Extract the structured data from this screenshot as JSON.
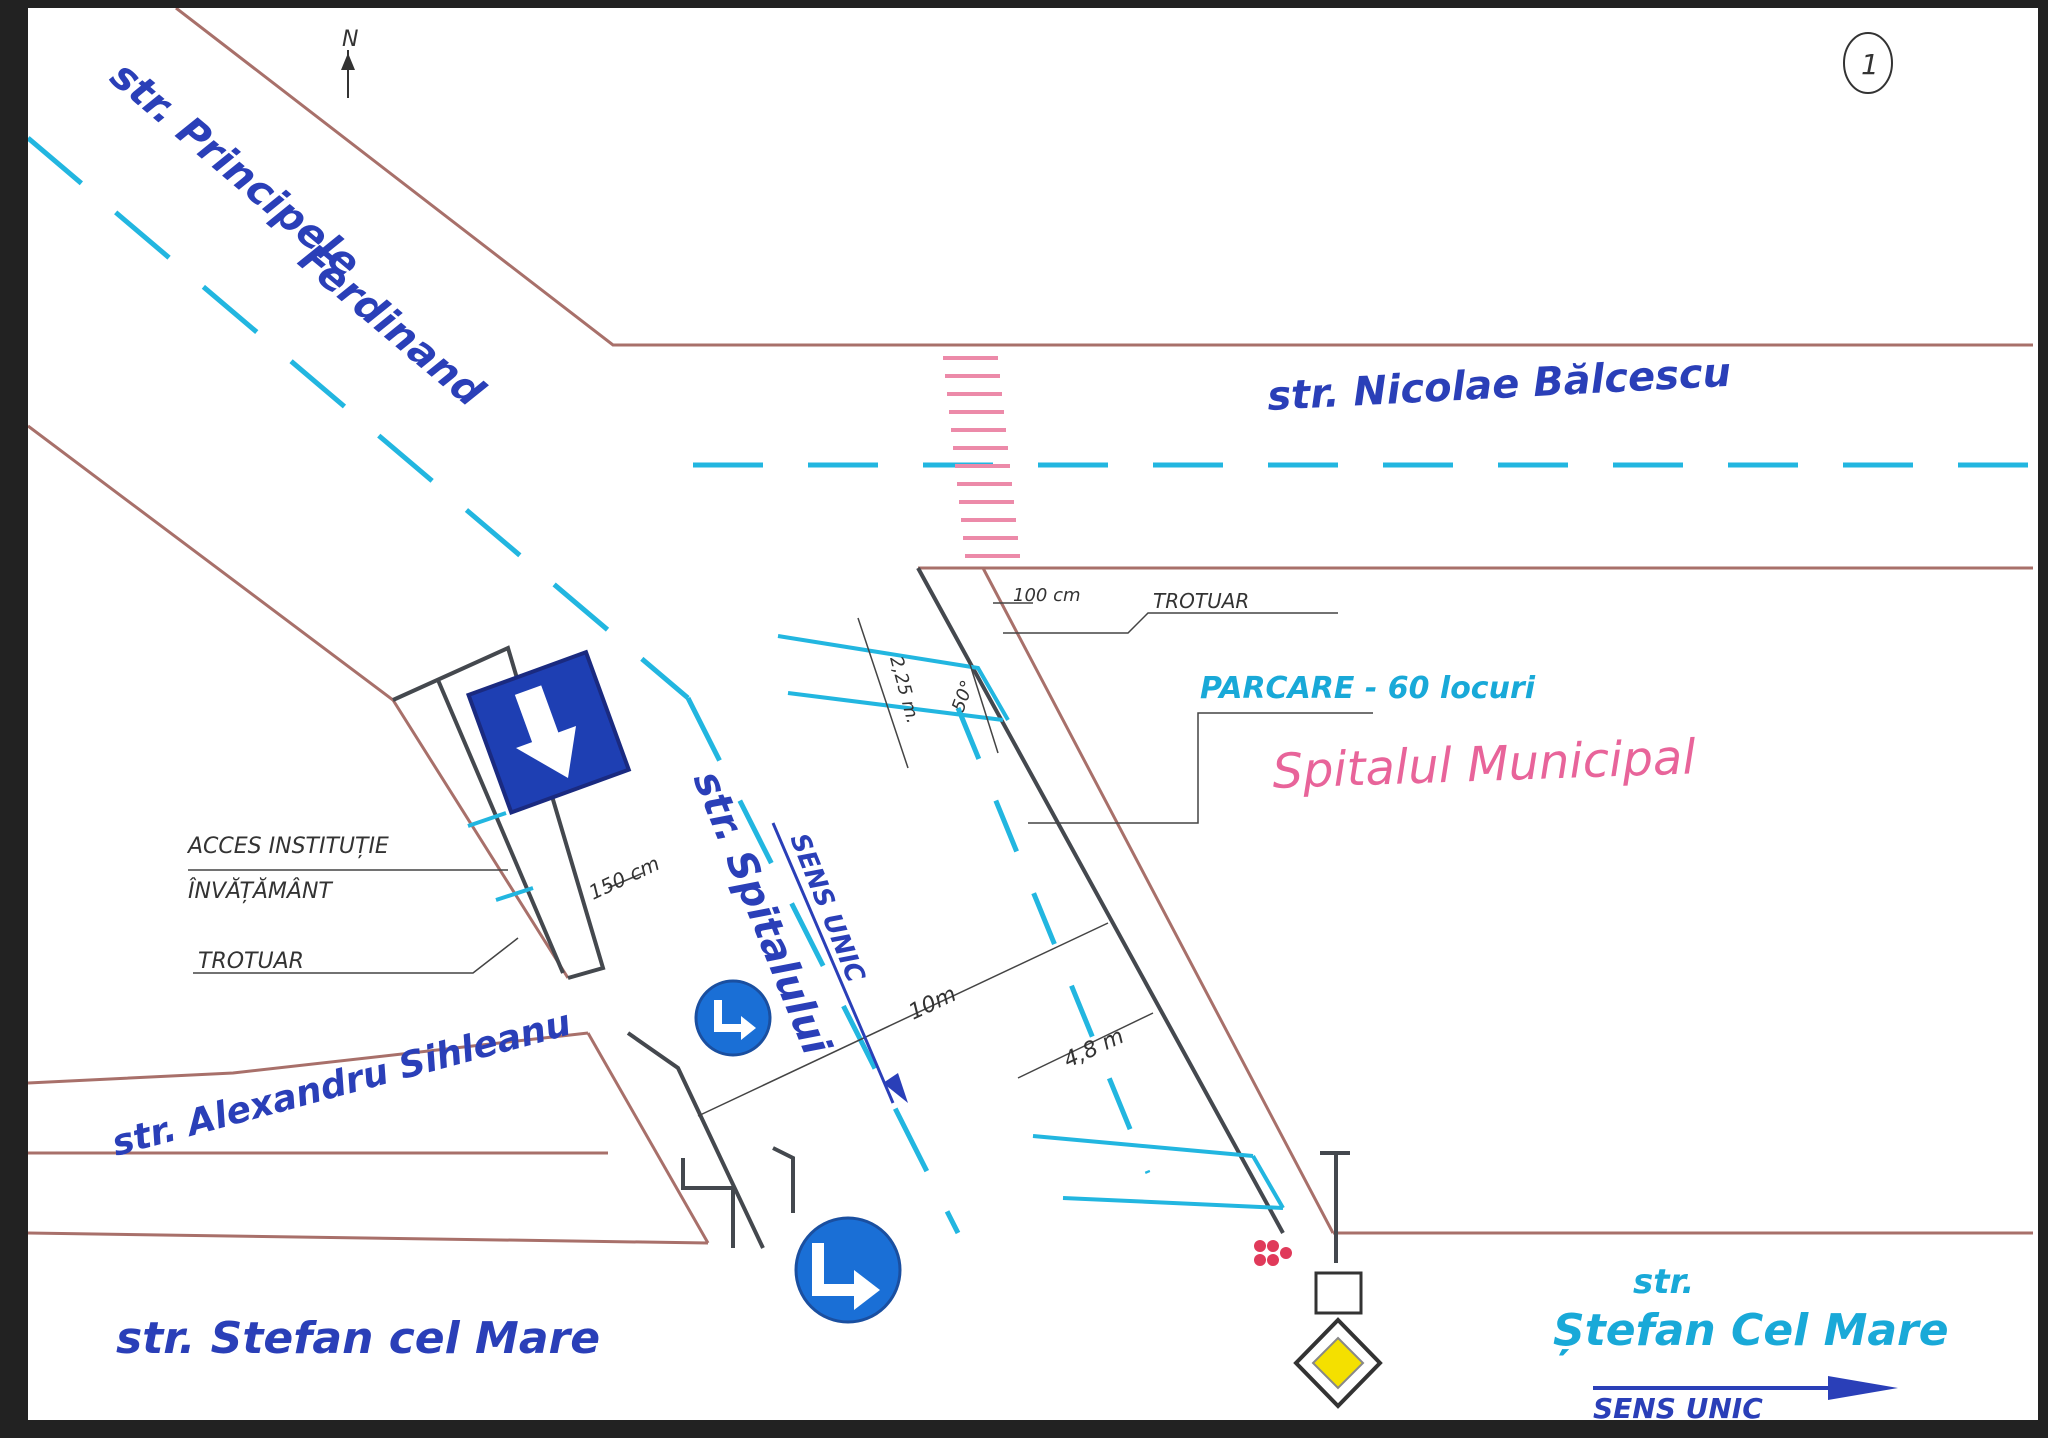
{
  "page_number": "1",
  "north": "N",
  "streets": {
    "principele_1": "str. Principele",
    "principele_2": "Ferdinand",
    "balcescu": "str. Nicolae Bălcescu",
    "sihleanu": "str. Alexandru Sihleanu",
    "spitalului": "str. Spitalului",
    "stefan_left": "str. Stefan cel Mare",
    "stefan_right_1": "str.",
    "stefan_right_2": "Ștefan Cel Mare"
  },
  "labels": {
    "sens_unic_vertical": "SENS UNIC",
    "sens_unic_bottom": "SENS UNIC",
    "trotuar_right": "TROTUAR",
    "trotuar_left": "TROTUAR",
    "acces_1": "ACCES INSTITUȚIE",
    "acces_2": "ÎNVĂȚĂMÂNT",
    "parcare": "PARCARE - 60 locuri",
    "spital": "Spitalul Municipal"
  },
  "dimensions": {
    "d100": "100 cm",
    "d150": "150 cm",
    "d225": "2,25 m.",
    "angle": "50°",
    "d10m": "10m",
    "d48m": "4,8 m"
  },
  "colors": {
    "blue_ink": "#2a3fb8",
    "cyan_ink": "#19a9d8",
    "pink_ink": "#e8649a",
    "road_edge": "#a8706a",
    "sign_blue": "#1a6fd6",
    "sign_yellow": "#f4e000"
  },
  "icons": {
    "one_way_sign": "down-arrow-sign-icon",
    "mandatory_right_sign": "turn-right-arrow-sign-icon",
    "priority_road_sign": "priority-road-diamond-icon",
    "north_arrow": "north-arrow-icon"
  }
}
